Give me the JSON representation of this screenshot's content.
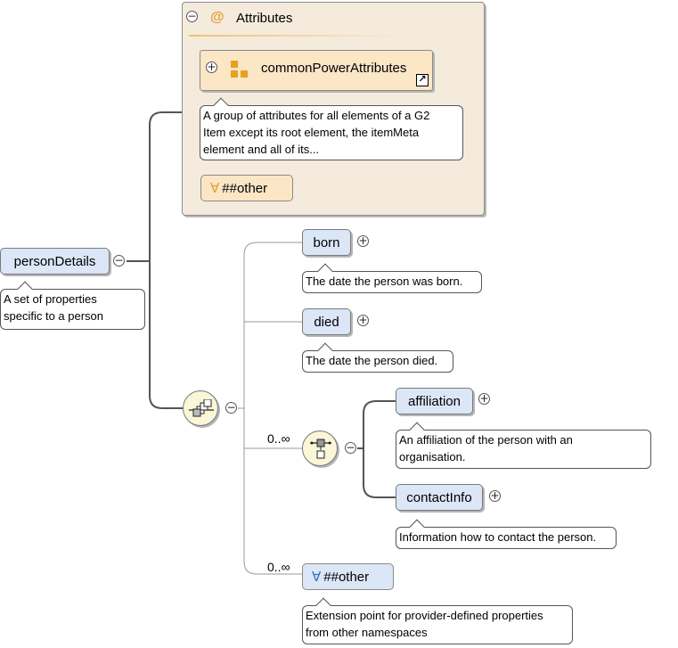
{
  "root": {
    "name": "personDetails",
    "doc": [
      "A set of properties",
      "specific to a person"
    ]
  },
  "attributes": {
    "title": "Attributes",
    "at_symbol": "@",
    "group_ref": {
      "name": "commonPowerAttributes",
      "doc": [
        "A group of attributes for all elements of a G2",
        "Item except its root element, the itemMeta",
        "element and all of its..."
      ]
    },
    "any": {
      "symbol": "∀",
      "label": "##other"
    }
  },
  "sequence": {
    "children": [
      {
        "name": "born",
        "doc": "The date the person was born."
      },
      {
        "name": "died",
        "doc": "The date the person died."
      }
    ],
    "choice": {
      "cardinality": "0..∞",
      "children": [
        {
          "name": "affiliation",
          "doc": [
            "An affiliation of the person with an",
            "organisation."
          ]
        },
        {
          "name": "contactInfo",
          "doc": "Information how to contact the person."
        }
      ]
    },
    "any": {
      "cardinality": "0..∞",
      "symbol": "∀",
      "label": "##other",
      "doc": [
        "Extension point for provider-defined properties",
        "from other namespaces"
      ]
    }
  },
  "controls": {
    "expand": "+",
    "collapse": "−"
  },
  "colors": {
    "element_fill": "#dbe6f7",
    "attribute_fill": "#fbe6c6",
    "group_fill": "#f5ebdc",
    "compositor_fill": "#fbf6d8",
    "accent": "#e0a030"
  }
}
